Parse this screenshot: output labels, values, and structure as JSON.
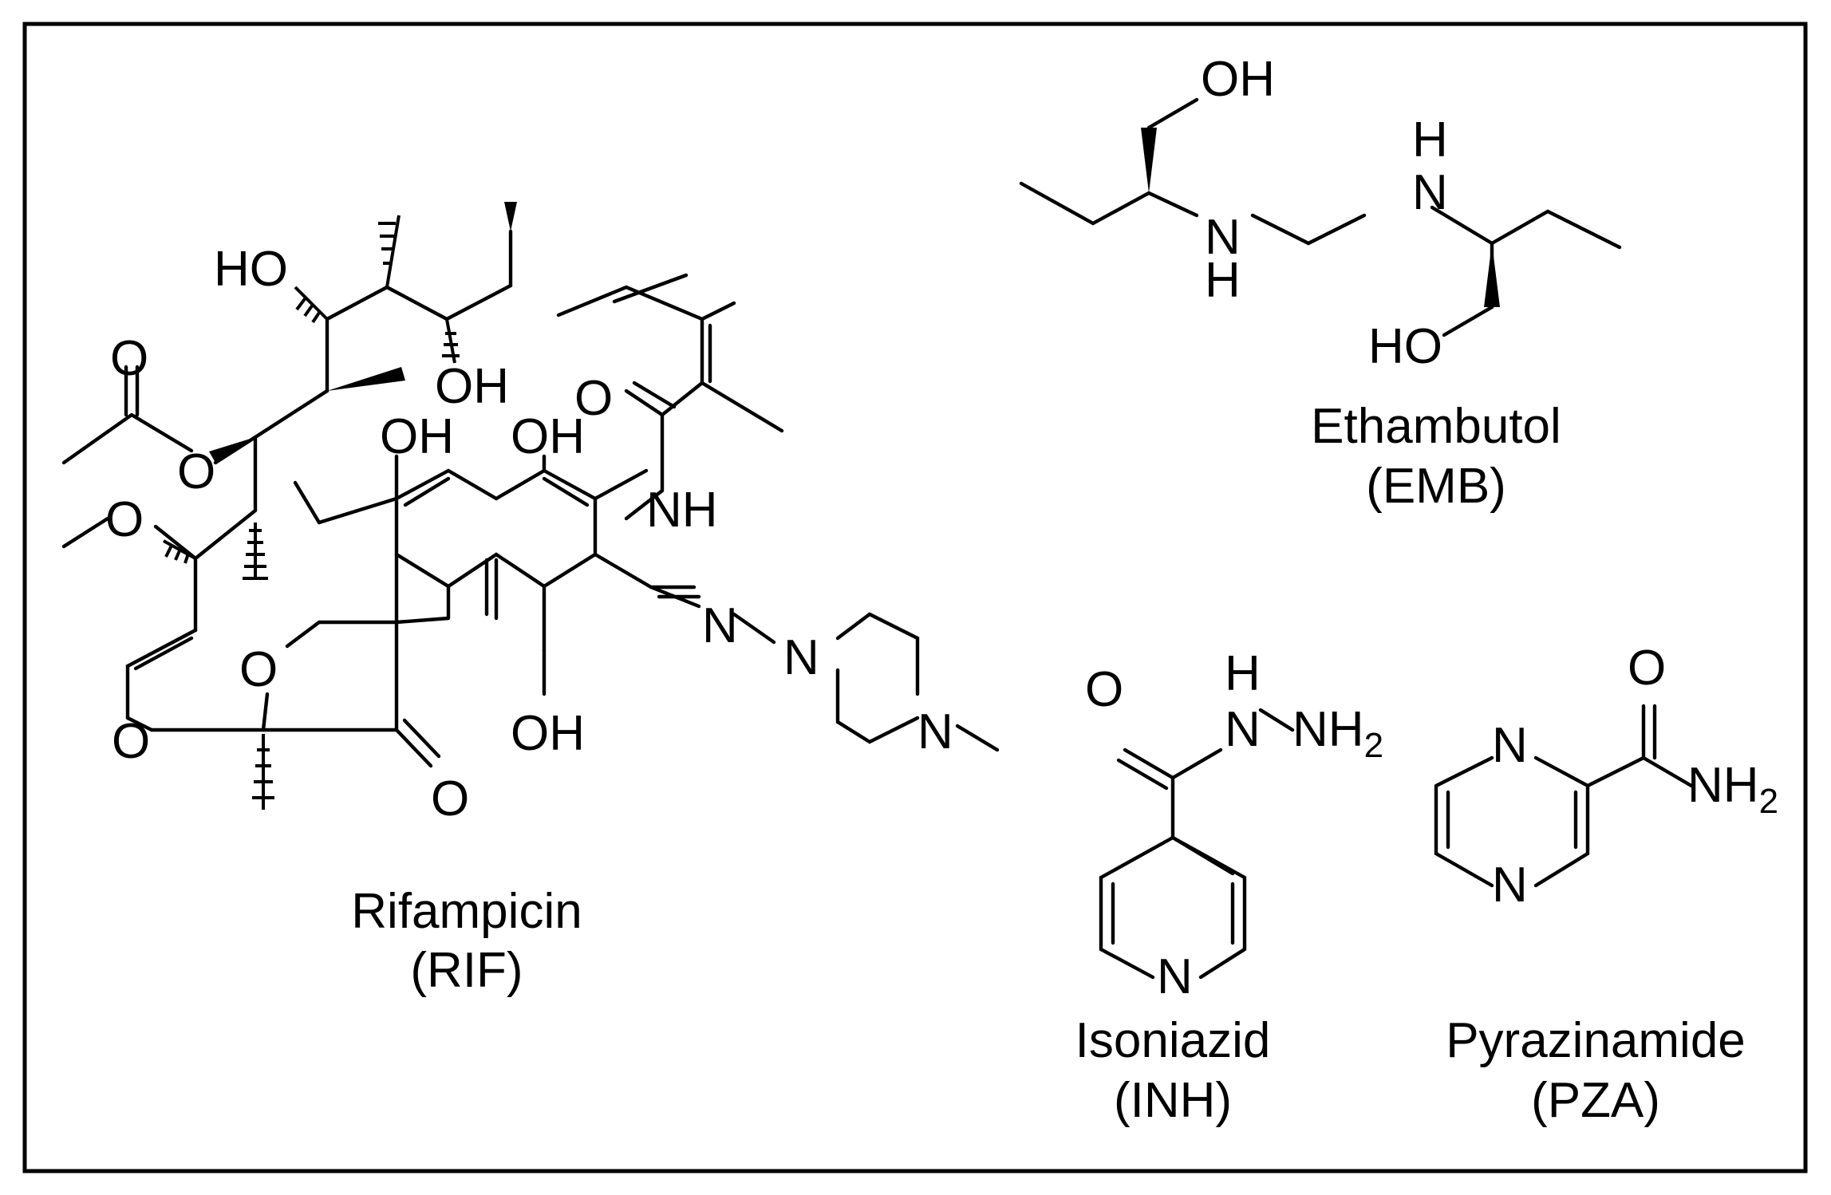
{
  "compounds": {
    "rifampicin": {
      "name": "Rifampicin",
      "abbr": "(RIF)"
    },
    "ethambutol": {
      "name": "Ethambutol",
      "abbr": "(EMB)"
    },
    "isoniazid": {
      "name": "Isoniazid",
      "abbr": "(INH)"
    },
    "pyrazinamide": {
      "name": "Pyrazinamide",
      "abbr": "(PZA)"
    }
  },
  "atoms": {
    "oh": "OH",
    "ho": "HO",
    "o": "O",
    "n": "N",
    "h": "H",
    "nh": "NH",
    "nh2_main": "NH",
    "nh2_sub": "2"
  }
}
